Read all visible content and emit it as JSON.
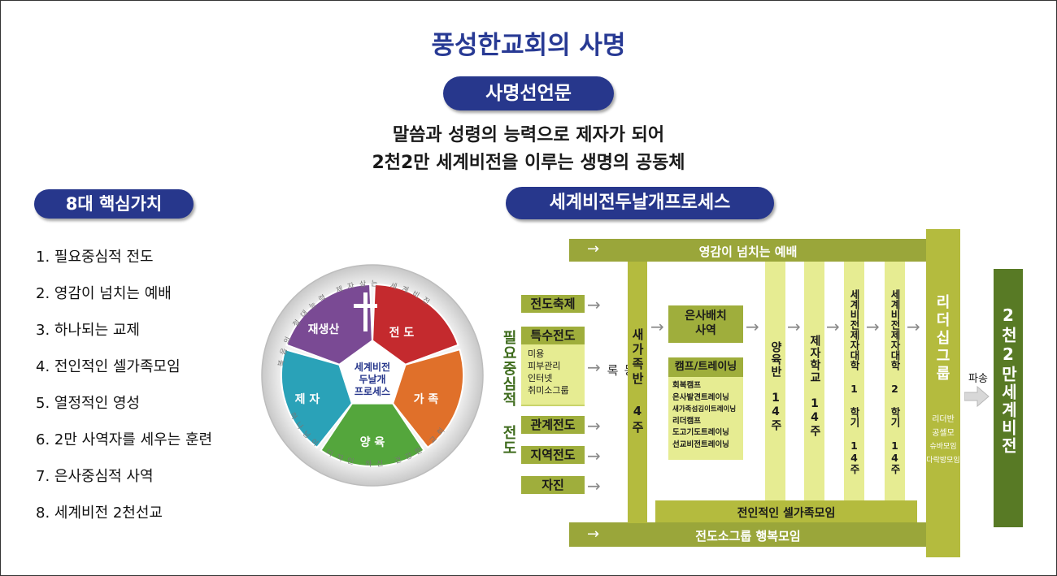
{
  "header": {
    "title": "풍성한교회의 사명",
    "mission_label": "사명선언문",
    "mission_line1": "말씀과 성령의 능력으로 제자가 되어",
    "mission_line2": "2천2만 세계비전을 이루는 생명의 공동체"
  },
  "values": {
    "label": "8대 핵심가치",
    "items": [
      "1. 필요중심적 전도",
      "2. 영감이 넘치는 예배",
      "3. 하나되는 교제",
      "4. 전인적인 셀가족모임",
      "5. 열정적인 영성",
      "6. 2만 사역자를 세우는 훈련",
      "7. 은사중심적 사역",
      "8. 세계비전 2천선교"
    ]
  },
  "wheel": {
    "center": [
      "세계비전",
      "두날개",
      "프로세스"
    ],
    "segments": [
      {
        "label": "재생산",
        "color": "#7a4a94"
      },
      {
        "label": "전 도",
        "color": "#c42a2e"
      },
      {
        "label": "가 족",
        "color": "#e0702a"
      },
      {
        "label": "양 육",
        "color": "#54a63c"
      },
      {
        "label": "제 자",
        "color": "#2aa2b8"
      }
    ],
    "ring_text": [
      "복음의 절대능력",
      "제자삼는 세계비전",
      "건강한 교회",
      "디자인 하신",
      "하나님이"
    ]
  },
  "process": {
    "label": "세계비전두날개프로세스",
    "top_bar": "영감이 넘치는 예배",
    "bottom_bar": "전도소그룹 행복모임",
    "cell_bar": "전인적인 셀가족모임",
    "side_label": "필요중심적 전도",
    "evangelism": [
      "전도축제",
      "특수전도",
      "관계전도",
      "지역전도",
      "자진"
    ],
    "special_list": [
      "미용",
      "피부관리",
      "인터넷",
      "취미소그룹"
    ],
    "register": "등 록",
    "new_family": "새가족반 4주",
    "gift": "은사배치\n사역",
    "camp": "캠프/트레이닝",
    "camp_list": [
      "회복캠프",
      "은사발견트레이닝",
      "새가족섬김이트레이닝",
      "리더캠프",
      "도고기도트레이닝",
      "선교비전트레이닝"
    ],
    "nurture": "양육반 14주",
    "disciple": "제자학교 14주",
    "univ1": "세계비전제자대학 1 학기 14주",
    "univ2": "세계비전제자대학 2 학기 14주",
    "leader": "리더십그룹",
    "leader_list": [
      "리더반",
      "공셀모",
      "슈바모임",
      "다락방모임"
    ],
    "send": "파송",
    "goal": "2천2만세계비전"
  }
}
